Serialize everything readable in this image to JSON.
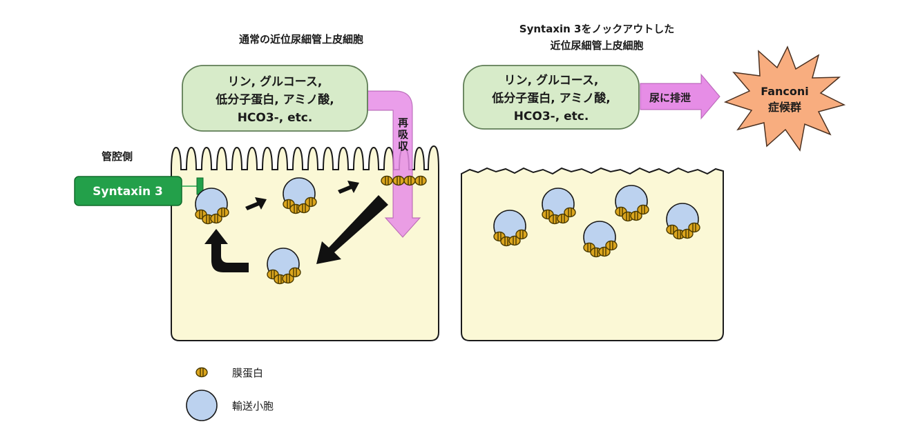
{
  "left": {
    "title": "通常の近位尿細管上皮細胞",
    "box_lines": [
      "リン, グルコース,",
      "低分子蛋白, アミノ酸,",
      "HCO3-, etc."
    ],
    "reabsorption": "再吸収",
    "lumen_label": "管腔側",
    "syntaxin_label": "Syntaxin 3"
  },
  "right": {
    "title_lines": [
      "Syntaxin 3をノックアウトした",
      "近位尿細管上皮細胞"
    ],
    "box_lines": [
      "リン, グルコース,",
      "低分子蛋白, アミノ酸,",
      "HCO3-, etc."
    ],
    "excretion": "尿に排泄",
    "fanconi_lines": [
      "Fanconi",
      "症候群"
    ]
  },
  "legend": {
    "membrane_protein": "膜蛋白",
    "transport_vesicle": "輸送小胞"
  },
  "colors": {
    "cell_fill": "#fbf8d6",
    "green_box": "#d7ebc9",
    "green_box_stroke": "#7a9a6a",
    "syntaxin_green": "#2aa14a",
    "pink_arrow": "#e68de6",
    "vesicle_blue": "#bcd2ef",
    "protein_gold": "#d9a520",
    "star_fill": "#f8ad7f"
  }
}
